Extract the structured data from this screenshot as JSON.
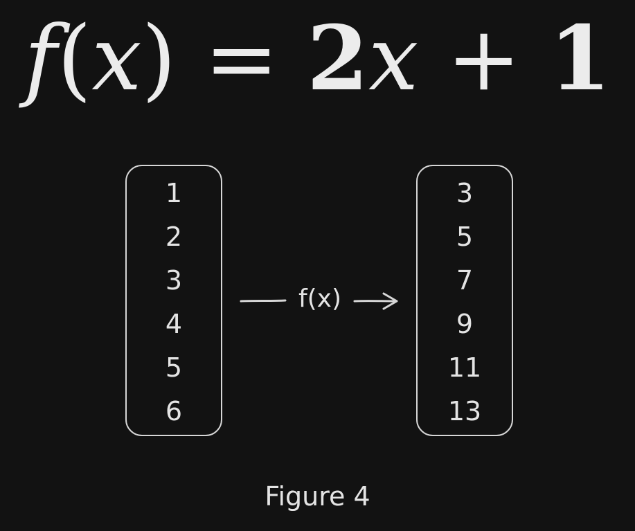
{
  "formula": {
    "func_name": "f",
    "open_paren": "(",
    "variable": "x",
    "close_paren": ")",
    "equals": " = ",
    "coefficient": "2",
    "rhs_variable": "x",
    "plus": " + ",
    "constant": "1"
  },
  "domain_box": {
    "values": [
      "1",
      "2",
      "3",
      "4",
      "5",
      "6"
    ]
  },
  "mapping": {
    "label": "f(x)"
  },
  "range_box": {
    "values": [
      "3",
      "5",
      "7",
      "9",
      "11",
      "13"
    ]
  },
  "caption": "Figure 4",
  "colors": {
    "background": "#121212",
    "foreground": "#e6e6e6",
    "stroke": "#d6d6d6"
  }
}
